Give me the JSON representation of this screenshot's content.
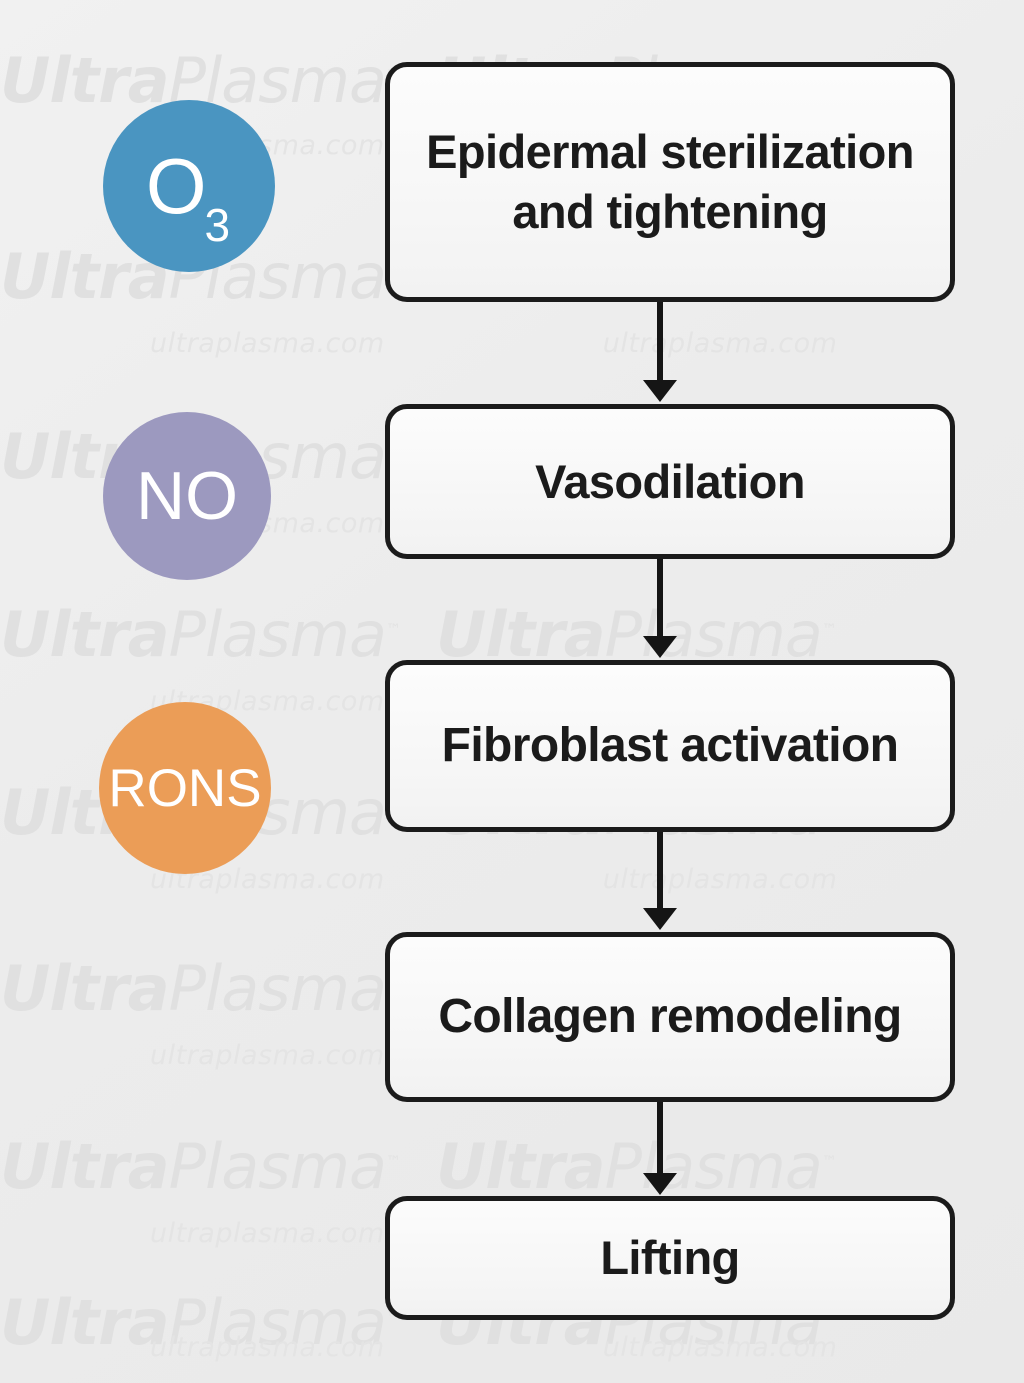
{
  "canvas": {
    "background_color": "#ededed",
    "watermark_text": "UltraPlasma",
    "watermark_mark": "™",
    "watermark_domain": "ultraplasma.com",
    "watermark_color": "#e0e0e0"
  },
  "diagram": {
    "type": "flowchart",
    "orientation": "vertical",
    "node_fill": "#f7f7f7",
    "node_border": "#1b1b1b",
    "arrow_color": "#151515",
    "nodes": [
      {
        "id": "node-0",
        "label": "Epidermal sterilization and tightening"
      },
      {
        "id": "node-1",
        "label": "Vasodilation"
      },
      {
        "id": "node-2",
        "label": "Fibroblast activation"
      },
      {
        "id": "node-3",
        "label": "Collagen remodeling"
      },
      {
        "id": "node-4",
        "label": "Lifting"
      }
    ],
    "edges": [
      {
        "from": "node-0",
        "to": "node-1"
      },
      {
        "from": "node-1",
        "to": "node-2"
      },
      {
        "from": "node-2",
        "to": "node-3"
      },
      {
        "from": "node-3",
        "to": "node-4"
      }
    ],
    "species": [
      {
        "id": "species-0",
        "base": "O",
        "subscript": "3",
        "full_label": "O3",
        "color": "#4a95c1",
        "aligned_node": "node-0"
      },
      {
        "id": "species-1",
        "base": "NO",
        "subscript": "",
        "full_label": "NO",
        "color": "#9c99bf",
        "aligned_node": "node-1"
      },
      {
        "id": "species-2",
        "base": "RONS",
        "subscript": "",
        "full_label": "RONS",
        "color": "#eb9d57",
        "aligned_node": "node-2"
      }
    ]
  },
  "wm_rows": {
    "big": "UltraPlasma",
    "big_lead": "Ultra",
    "big_tail": "Plasma",
    "small": "ultraplasma.com"
  }
}
